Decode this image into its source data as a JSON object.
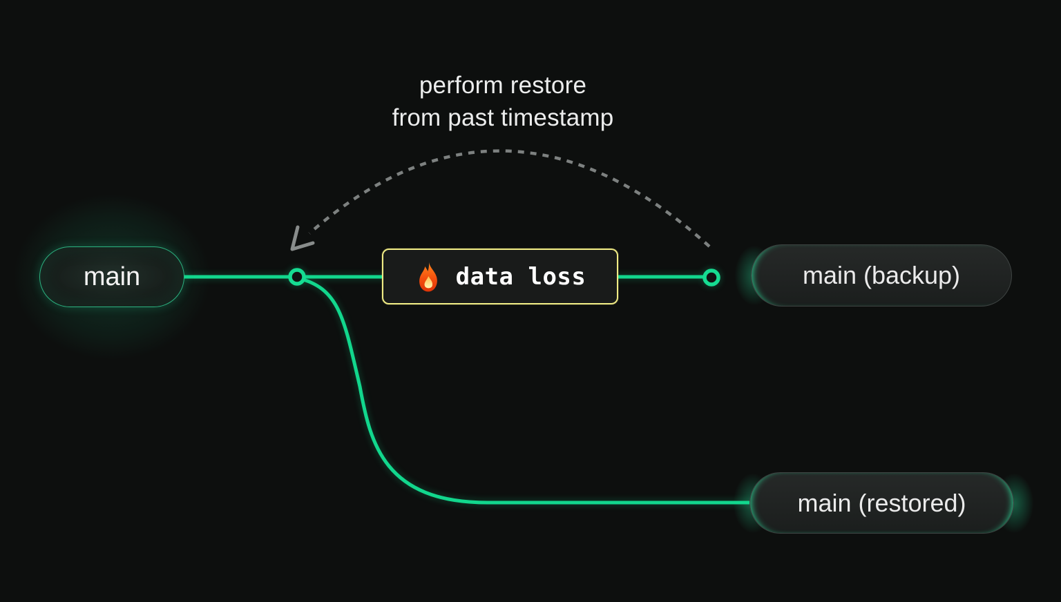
{
  "diagram": {
    "annotation": {
      "line1": "perform restore",
      "line2": "from past timestamp"
    },
    "nodes": {
      "main": {
        "label": "main"
      },
      "backup": {
        "label": "main (backup)"
      },
      "restored": {
        "label": "main (restored)"
      }
    },
    "event": {
      "label": "data loss",
      "icon": "fire-icon"
    },
    "colors": {
      "background": "#0d0f0e",
      "branch_line": "#12d78d",
      "commit_ring": "#16dc92",
      "event_border": "#f0ec85",
      "arc_dashed": "#7d8180",
      "annotation_text": "#eceded",
      "node_fill": "#1e2120",
      "node_border": "#3e4342"
    }
  }
}
